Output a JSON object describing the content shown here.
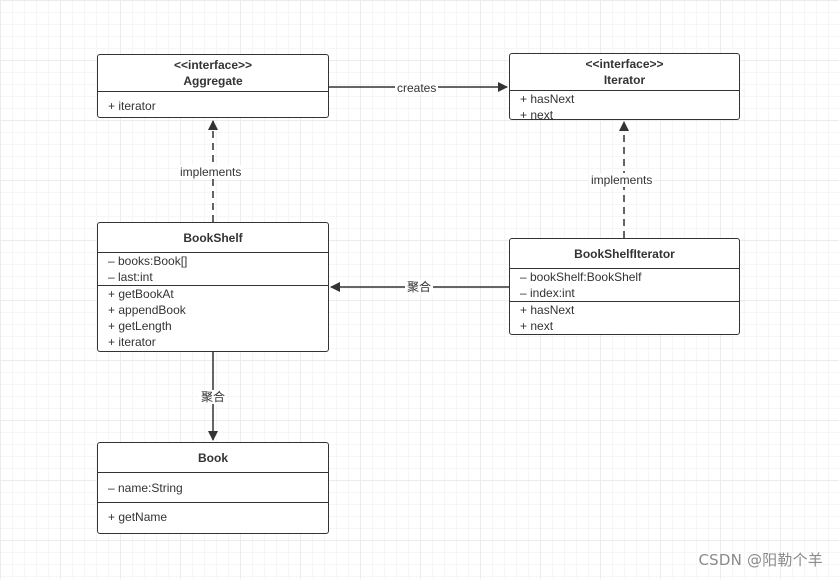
{
  "diagram": {
    "classes": {
      "aggregate": {
        "stereotype": "<<interface>>",
        "name": "Aggregate",
        "methods": [
          "+ iterator"
        ]
      },
      "iterator": {
        "stereotype": "<<interface>>",
        "name": "Iterator",
        "methods": [
          "+ hasNext",
          "+ next"
        ]
      },
      "bookshelf": {
        "name": "BookShelf",
        "fields": [
          "– books:Book[]",
          "– last:int"
        ],
        "methods": [
          "+ getBookAt",
          "+ appendBook",
          "+ getLength",
          "+ iterator"
        ]
      },
      "bookshelf_iterator": {
        "name": "BookShelfIterator",
        "fields": [
          "– bookShelf:BookShelf",
          "– index:int"
        ],
        "methods": [
          "+ hasNext",
          "+ next"
        ]
      },
      "book": {
        "name": "Book",
        "fields": [
          "– name:String"
        ],
        "methods": [
          "+ getName"
        ]
      }
    },
    "relations": {
      "creates": "creates",
      "implements_aggregate": "implements",
      "implements_iterator": "implements",
      "aggregation_iterator": "聚合",
      "aggregation_book": "聚合"
    }
  },
  "watermark": "CSDN @阳勒个羊",
  "colors": {
    "line": "#333333",
    "text": "#333333",
    "watermark": "#8a8a8a"
  }
}
